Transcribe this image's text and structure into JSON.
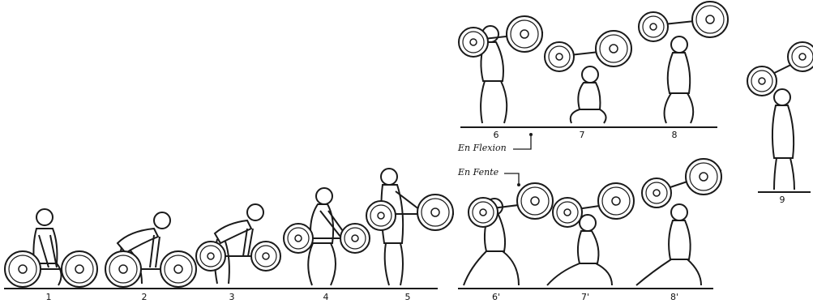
{
  "figure_labels": {
    "p1": "1",
    "p2": "2",
    "p3": "3",
    "p4": "4",
    "p5": "5",
    "p6": "6",
    "p7": "7",
    "p8": "8",
    "p6b": "6'",
    "p7b": "7'",
    "p8b": "8'",
    "p9": "9"
  },
  "captions": {
    "flexion": "En Flexion",
    "fente": "En Fente"
  },
  "colors": {
    "ink": "#1a1a1a",
    "paper": "#ffffff"
  }
}
